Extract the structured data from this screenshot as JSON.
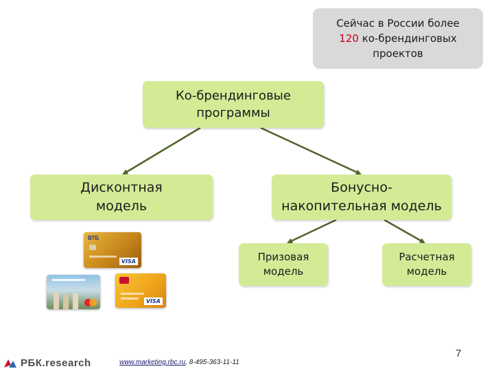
{
  "callout": {
    "line1": "Сейчас в России более",
    "number": "120",
    "line2_rest": " ко-брендинговых",
    "line3": "проектов"
  },
  "nodes": {
    "root": {
      "line1": "Ко-брендинговые",
      "line2": "программы"
    },
    "discount": {
      "line1": "Дисконтная",
      "line2": "модель"
    },
    "bonus": {
      "line1": "Бонусно-",
      "line2": "накопительная модель"
    },
    "prize": {
      "line1": "Призовая",
      "line2": "модель"
    },
    "settlement": {
      "line1": "Расчетная",
      "line2": "модель"
    }
  },
  "cards": {
    "vtb_brand": "ВТБ",
    "visa": "VISA"
  },
  "footer": {
    "logo": "РБК.research",
    "link": "www.marketing.rbc.ru",
    "phone": ", 8-495-363-11-11"
  },
  "page_number": "7",
  "colors": {
    "node_fill": "#d4eb96",
    "callout_fill": "#d9d9d9",
    "accent_red": "#c0001a",
    "arrow": "#4f6228"
  }
}
